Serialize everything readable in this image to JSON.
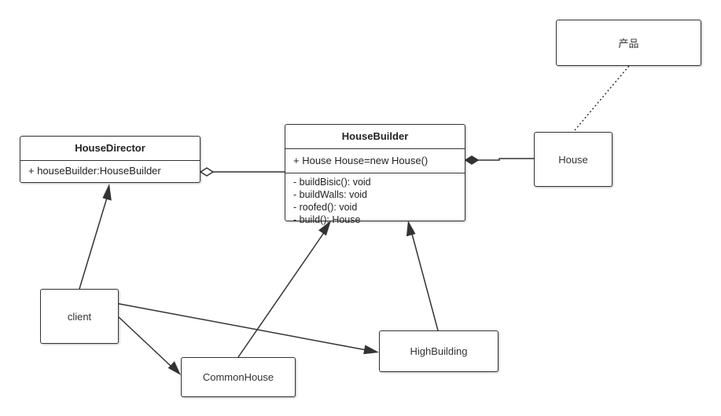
{
  "colors": {
    "stroke": "#333333",
    "fill": "#ffffff",
    "text": "#333333"
  },
  "nodes": {
    "product_note": {
      "label": "产品"
    },
    "house": {
      "label": "House"
    },
    "house_director": {
      "title": "HouseDirector",
      "attributes": [
        "+ houseBuilder:HouseBuilder"
      ]
    },
    "house_builder": {
      "title": "HouseBuilder",
      "attributes": [
        "+ House House=new House()"
      ],
      "methods": [
        "- buildBisic(): void",
        "- buildWalls: void",
        "- roofed(): void",
        "- build(): House"
      ]
    },
    "client": {
      "label": "client"
    },
    "common_house": {
      "label": "CommonHouse"
    },
    "high_building": {
      "label": "HighBuilding"
    }
  },
  "edges": [
    {
      "from": "house",
      "to": "product_note",
      "kind": "dotted"
    },
    {
      "from": "house_director",
      "to": "house_builder",
      "kind": "aggregation"
    },
    {
      "from": "house_builder",
      "to": "house",
      "kind": "composition"
    },
    {
      "from": "client",
      "to": "house_director",
      "kind": "association"
    },
    {
      "from": "client",
      "to": "common_house",
      "kind": "association"
    },
    {
      "from": "client",
      "to": "high_building",
      "kind": "association"
    },
    {
      "from": "common_house",
      "to": "house_builder",
      "kind": "association"
    },
    {
      "from": "high_building",
      "to": "house_builder",
      "kind": "association"
    }
  ]
}
